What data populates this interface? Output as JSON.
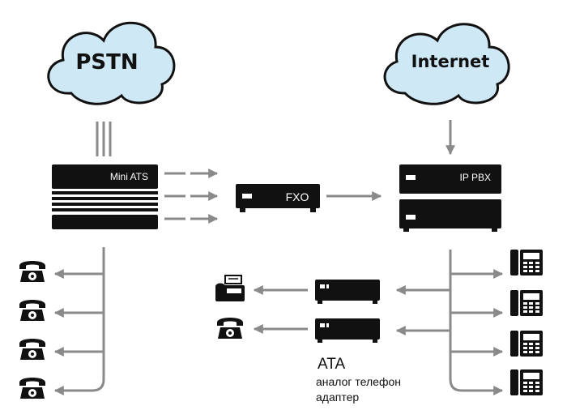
{
  "clouds": {
    "pstn": "PSTN",
    "internet": "Internet"
  },
  "devices": {
    "mini_ats": "Mini ATS",
    "fxo": "FXO",
    "ip_pbx": "IP PBX",
    "ata_title": "ATA",
    "ata_sub_line1": "аналог телефон",
    "ata_sub_line2": "адаптер"
  },
  "colors": {
    "cloud_fill": "#cfe8f5",
    "device": "#111111",
    "line": "#8a8a8a"
  },
  "icons": {
    "analog_phone": "rotary-phone-icon",
    "ip_phone": "desk-ip-phone-icon",
    "fax": "fax-icon"
  }
}
